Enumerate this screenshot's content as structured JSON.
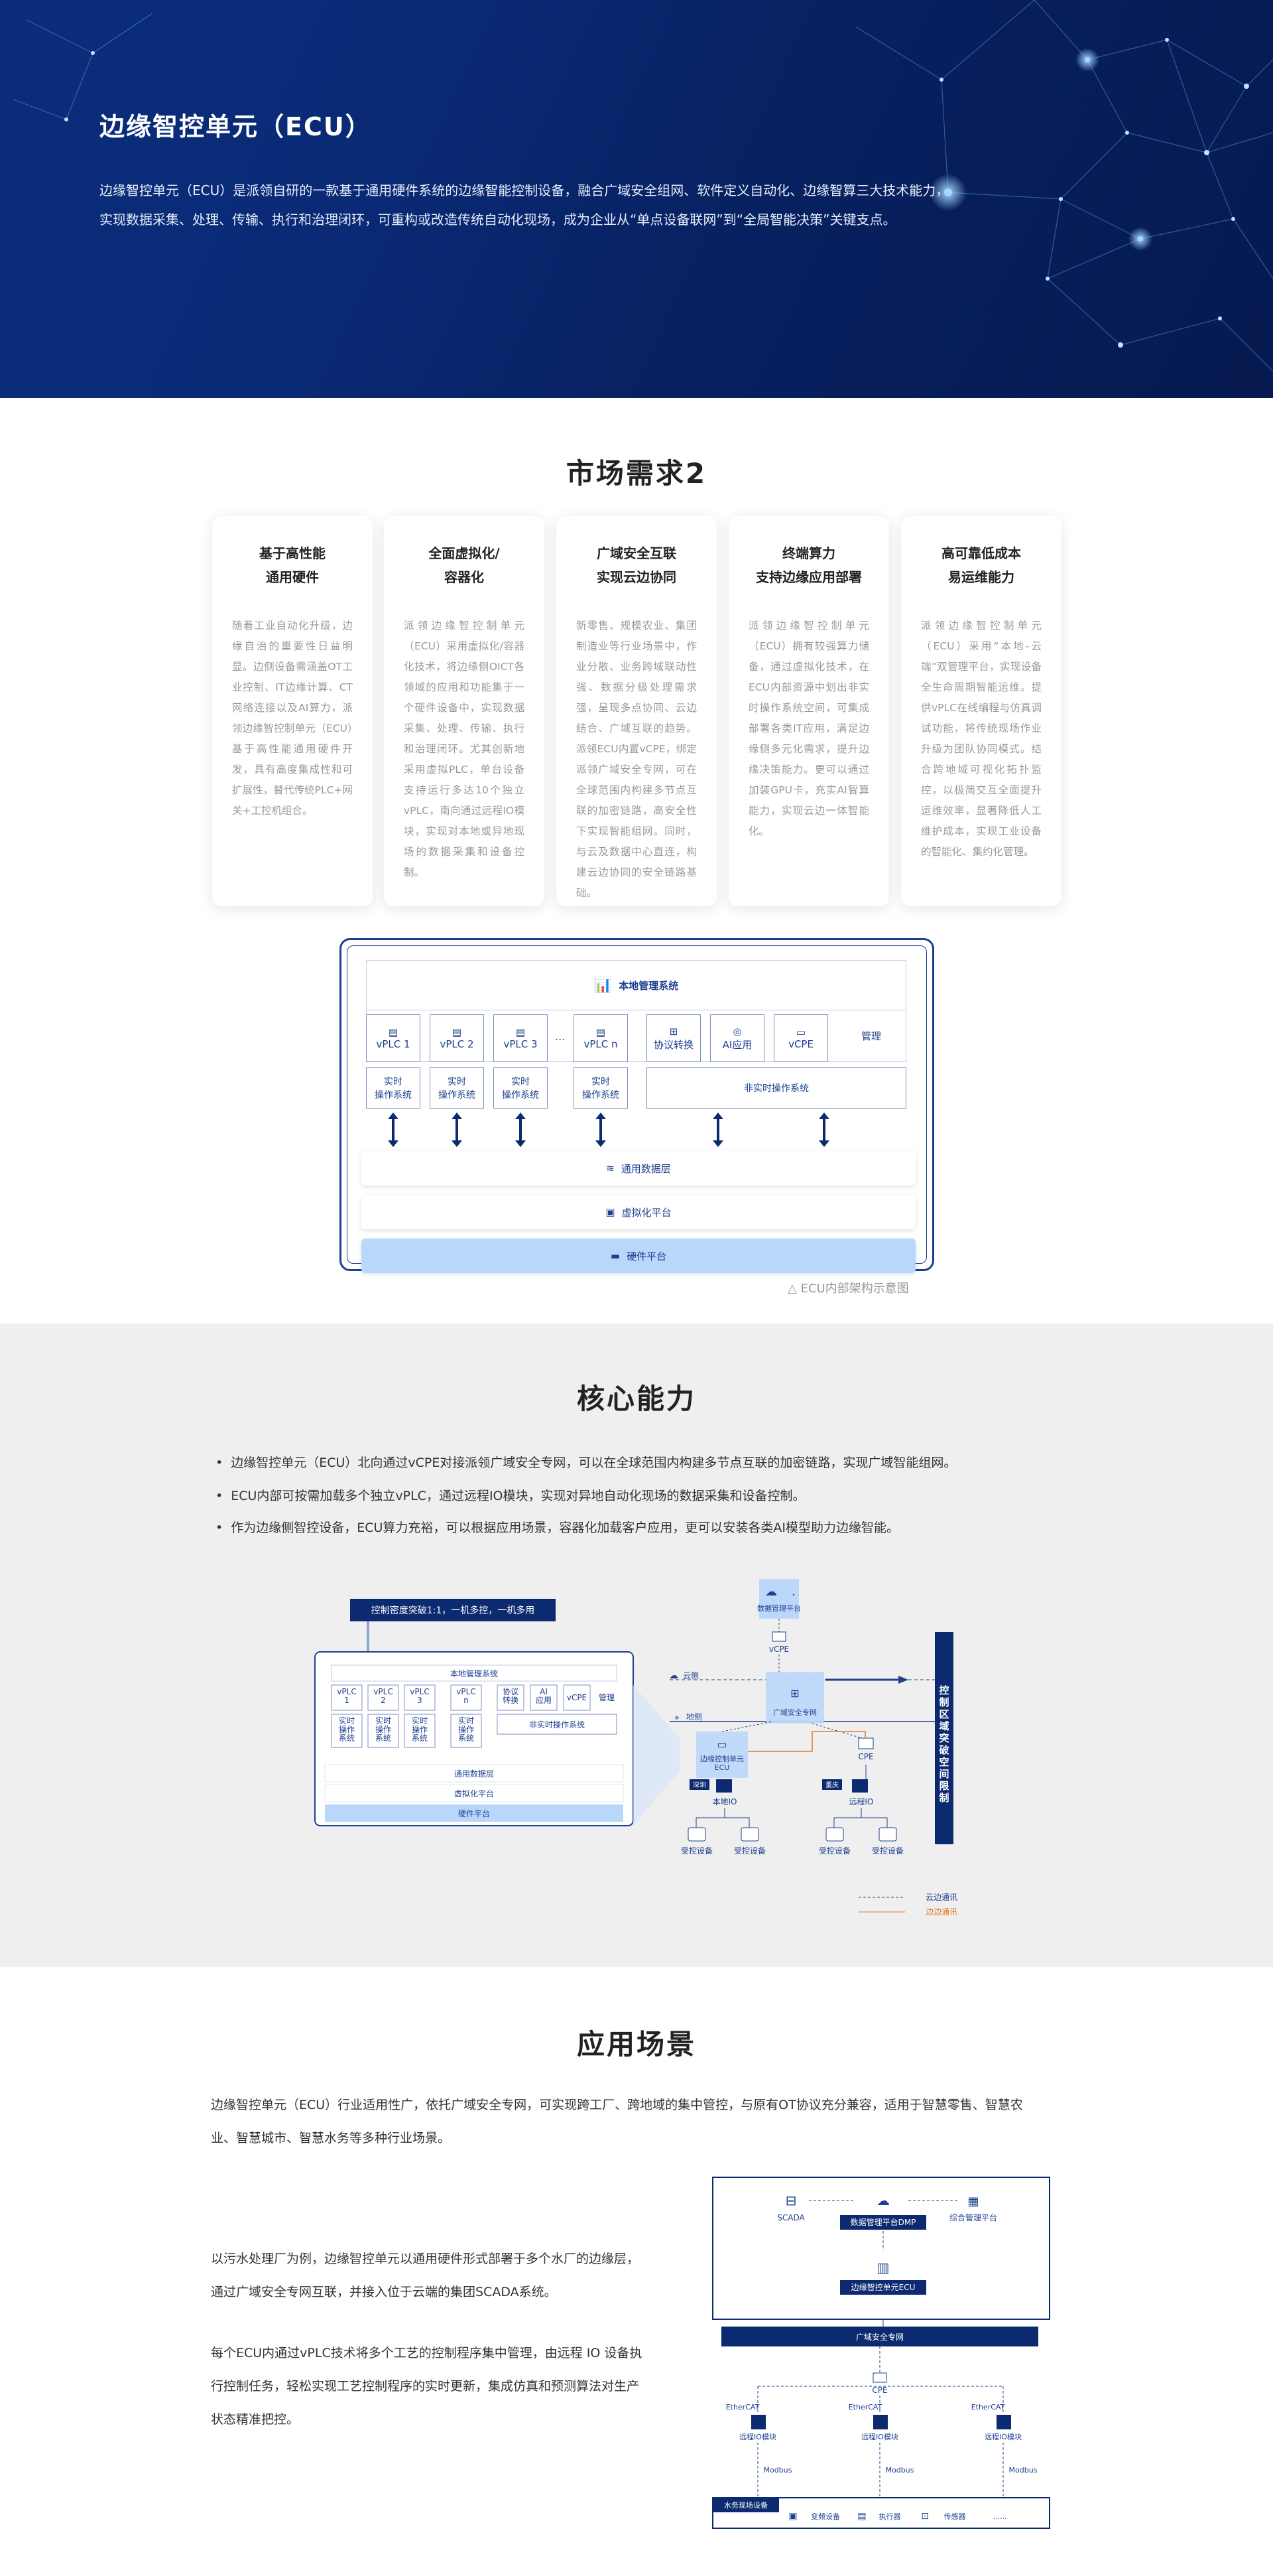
{
  "hero": {
    "title": "边缘智控单元（ECU）",
    "description": "边缘智控单元（ECU）是派领自研的一款基于通用硬件系统的边缘智能控制设备，融合广域安全组网、软件定义自动化、边缘智算三大技术能力，实现数据采集、处理、传输、执行和治理闭环，可重构或改造传统自动化现场，成为企业从“单点设备联网”到“全局智能决策”关键支点。"
  },
  "market": {
    "title": "市场需求2",
    "cards": [
      {
        "title": "基于高性能\n通用硬件",
        "text": "随着工业自动化升级，边缘自治的重要性日益明显。边侧设备需涵盖OT工业控制、IT边缘计算、CT网络连接以及AI算力，派领边缘智控制单元（ECU）基于高性能通用硬件开发，具有高度集成性和可扩展性，替代传统PLC+网关+工控机组合。"
      },
      {
        "title": "全面虚拟化/\n容器化",
        "text": "派领边缘智控制单元（ECU）采用虚拟化/容器化技术，将边缘侧OICT各领域的应用和功能集于一个硬件设备中，实现数据采集、处理、传输、执行和治理闭环。尤其创新地采用虚拟PLC，单台设备支持运行多达10个独立vPLC，南向通过远程IO模块，实现对本地或异地现场的数据采集和设备控制。"
      },
      {
        "title": "广域安全互联\n实现云边协同",
        "text": "新零售、规模农业、集团制造业等行业场景中，作业分散、业务跨域联动性强、数据分级处理需求强，呈现多点协同、云边结合、广域互联的趋势。派领ECU内置vCPE，绑定派领广域安全专网，可在全球范围内构建多节点互联的加密链路，高安全性下实现智能组网。同时，与云及数据中心直连，构建云边协同的安全链路基础。"
      },
      {
        "title": "终端算力\n支持边缘应用部署",
        "text": "派领边缘智控制单元（ECU）拥有较强算力储备，通过虚拟化技术，在ECU内部资源中划出非实时操作系统空间，可集成部署各类IT应用，满足边缘侧多元化需求，提升边缘决策能力。更可以通过加装GPU卡，充实AI智算能力，实现云边一体智能化。"
      },
      {
        "title": "高可靠低成本\n易运维能力",
        "text": "派领边缘智控制单元（ECU）采用“本地-云端”双管理平台，实现设备全生命周期智能运维。提供vPLC在线编程与仿真调试功能，将传统现场作业升级为团队协同模式。结合跨地域可视化拓扑监控，以极简交互全面提升运维效率，显著降低人工维护成本，实现工业设备的智能化、集约化管理。"
      }
    ],
    "arch": {
      "mgmt": "本地管理系统",
      "vplc": [
        "vPLC 1",
        "vPLC 2",
        "vPLC 3",
        "vPLC n"
      ],
      "ellipsis": "...",
      "apps": [
        "协议转换",
        "AI应用",
        "vCPE"
      ],
      "manage": "管理",
      "rtos": "实时\n操作系统",
      "nrtos": "非实时操作系统",
      "data": "通用数据层",
      "virt": "虚拟化平台",
      "hw": "硬件平台"
    },
    "caption": "△ ECU内部架构示意图"
  },
  "core": {
    "title": "核心能力",
    "bullets": [
      "边缘智控单元（ECU）北向通过vCPE对接派领广域安全专网，可以在全球范围内构建多节点互联的加密链路，实现广域智能组网。",
      "ECU内部可按需加载多个独立vPLC，通过远程IO模块，实现对异地自动化现场的数据采集和设备控制。",
      "作为边缘侧智控设备，ECU算力充裕，可以根据应用场景，容器化加载客户应用，更可以安装各类AI模型助力边缘智能。"
    ],
    "diagram": {
      "banner": "控制密度突破1:1，一机多控，一机多用",
      "mgmt": "本地管理系统",
      "vplc": [
        "vPLC\n1",
        "vPLC\n2",
        "vPLC\n3",
        "vPLC\nn"
      ],
      "apps": [
        "协议\n转换",
        "AI\n应用",
        "vCPE"
      ],
      "manage": "管理",
      "rtos": "实时\n操作\n系统",
      "nrtos": "非实时操作系统",
      "data": "通用数据层",
      "virt": "虚拟化平台",
      "hw": "硬件平台",
      "dmp": "数据管理平台",
      "vcpe": "vCPE",
      "cloud": "云侧",
      "ground": "地侧",
      "wan": "广域安全专网",
      "ecu": "边缘控制单元\nECU",
      "cpe": "CPE",
      "sz": "深圳",
      "cq": "重庆",
      "localio": "本地IO",
      "remoteio": "远程IO",
      "dev": "受控设备",
      "legend_cloud": "云边通讯",
      "legend_edge": "边边通讯",
      "right_bar": "控制区域突破空间限制"
    }
  },
  "app": {
    "title": "应用场景",
    "intro": "边缘智控单元（ECU）行业适用性广，依托广域安全专网，可实现跨工厂、跨地域的集中管控，与原有OT协议充分兼容，适用于智慧零售、智慧农业、智慧城市、智慧水务等多种行业场景。",
    "p1": "以污水处理厂为例，边缘智控单元以通用硬件形式部署于多个水厂的边缘层，通过广域安全专网互联，并接入位于云端的集团SCADA系统。",
    "p2": "每个ECU内通过vPLC技术将多个工艺的控制程序集中管理，由远程 IO 设备执行控制任务，轻松实现工艺控制程序的实时更新，集成仿真和预测算法对生产状态精准把控。",
    "diagram": {
      "scada": "SCADA",
      "dmp": "数据管理平台DMP",
      "platform": "综合管理平台",
      "ecu": "边缘智控单元ECU",
      "wan": "广域安全专网",
      "cpe": "CPE",
      "ethercat": "EtherCAT",
      "rio": "远程IO模块",
      "modbus": "Modbus",
      "site": "水务现场设备",
      "items": [
        "变频设备",
        "执行器",
        "传感器"
      ],
      "more": "......"
    }
  }
}
